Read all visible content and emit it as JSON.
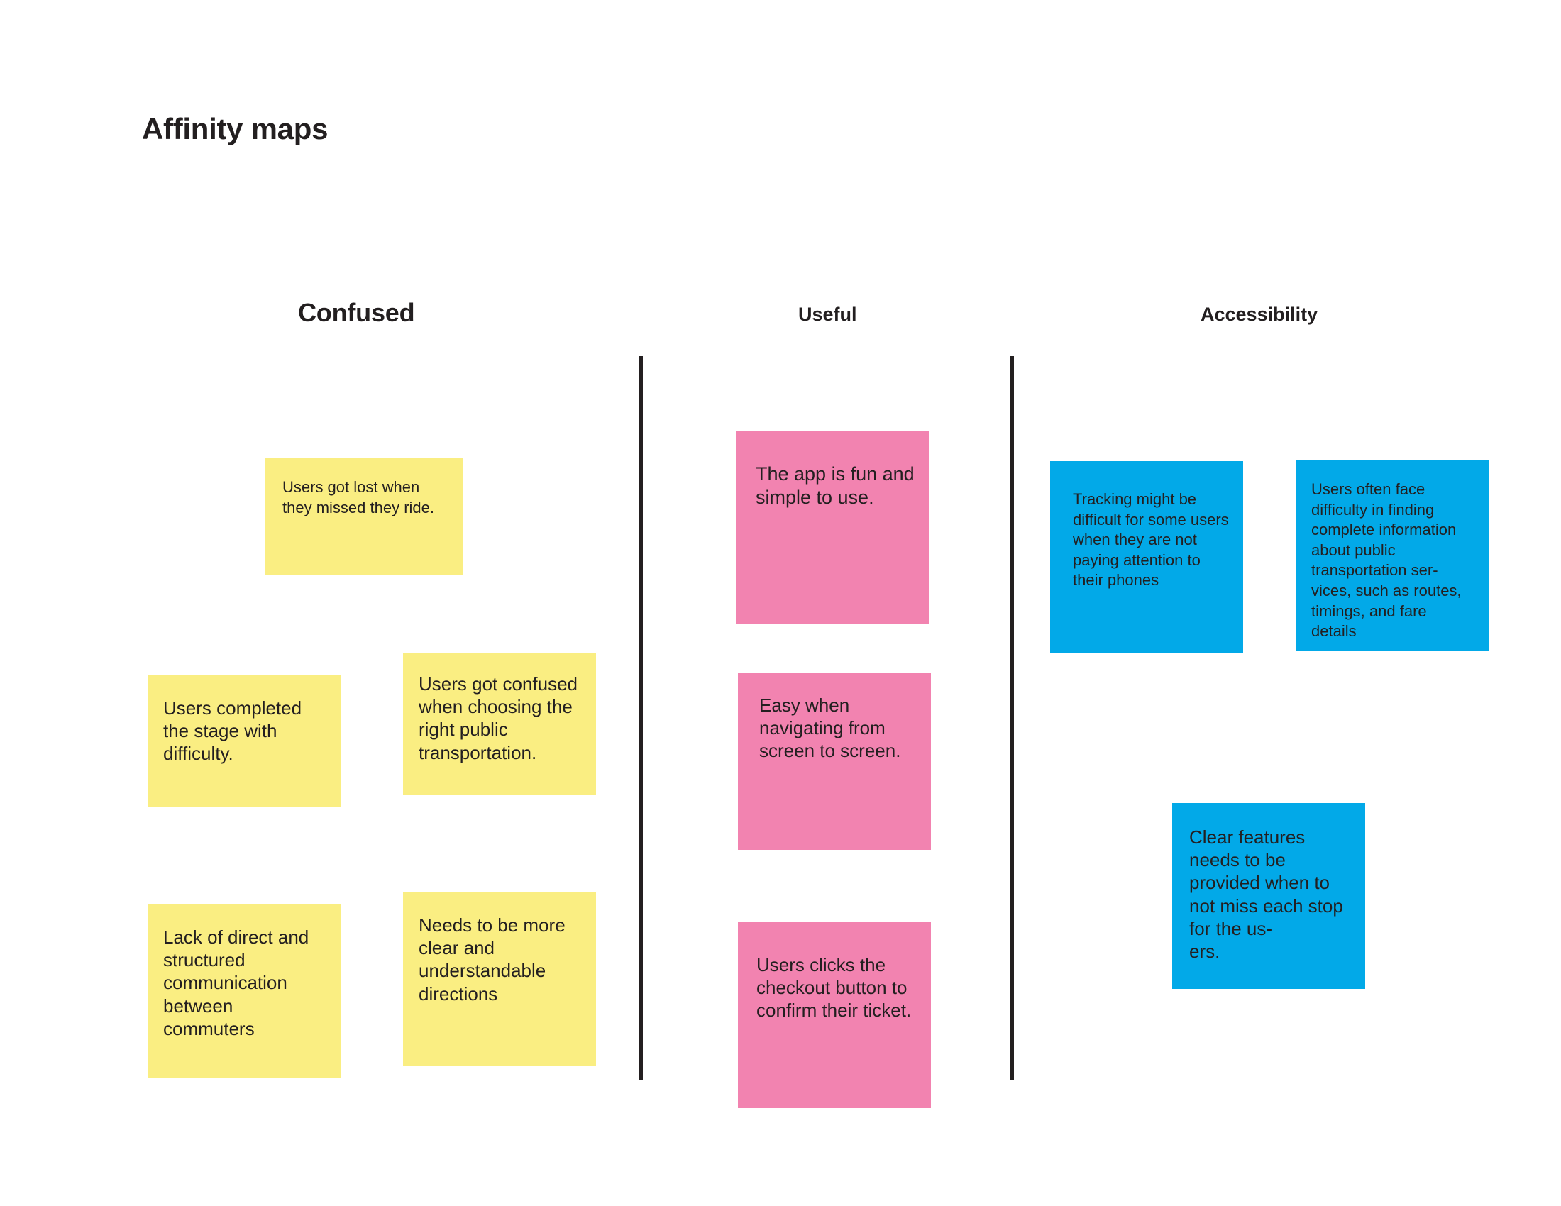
{
  "page": {
    "title": "Affinity maps",
    "background": "#ffffff",
    "text_color": "#231f20"
  },
  "colors": {
    "note_yellow": "#faee82",
    "note_pink": "#f283b0",
    "note_blue": "#02a9e8",
    "divider": "#231f20"
  },
  "columns": [
    {
      "id": "confused",
      "header": "Confused",
      "note_color": "#faee82",
      "notes": [
        {
          "id": "lost",
          "text": "Users got lost when they missed they ride."
        },
        {
          "id": "completed",
          "text": "Users completed the stage with difficulty."
        },
        {
          "id": "choosing",
          "text": "Users got confused when choosing the right public transportation."
        },
        {
          "id": "communication",
          "text": "Lack of direct and structured communication between commuters"
        },
        {
          "id": "directions",
          "text": "Needs to be more clear and understandable directions"
        }
      ]
    },
    {
      "id": "useful",
      "header": "Useful",
      "note_color": "#f283b0",
      "notes": [
        {
          "id": "fun",
          "text": "The app is fun and simple to use."
        },
        {
          "id": "easy",
          "text": "Easy when navigating from screen to screen."
        },
        {
          "id": "checkout",
          "text": "Users clicks the checkout button to confirm their ticket."
        }
      ]
    },
    {
      "id": "accessibility",
      "header": "Accessibility",
      "note_color": "#02a9e8",
      "notes": [
        {
          "id": "tracking",
          "text": "Tracking might be difficult for some users when they are not paying attention to their phones"
        },
        {
          "id": "information",
          "text": "Users often face difficulty in finding complete information about public transportation ser-\nvices, such as routes, timings, and fare details"
        },
        {
          "id": "clearfeatures",
          "text": "Clear features needs to be provided when to not miss each stop for the us-\ners."
        }
      ]
    }
  ]
}
